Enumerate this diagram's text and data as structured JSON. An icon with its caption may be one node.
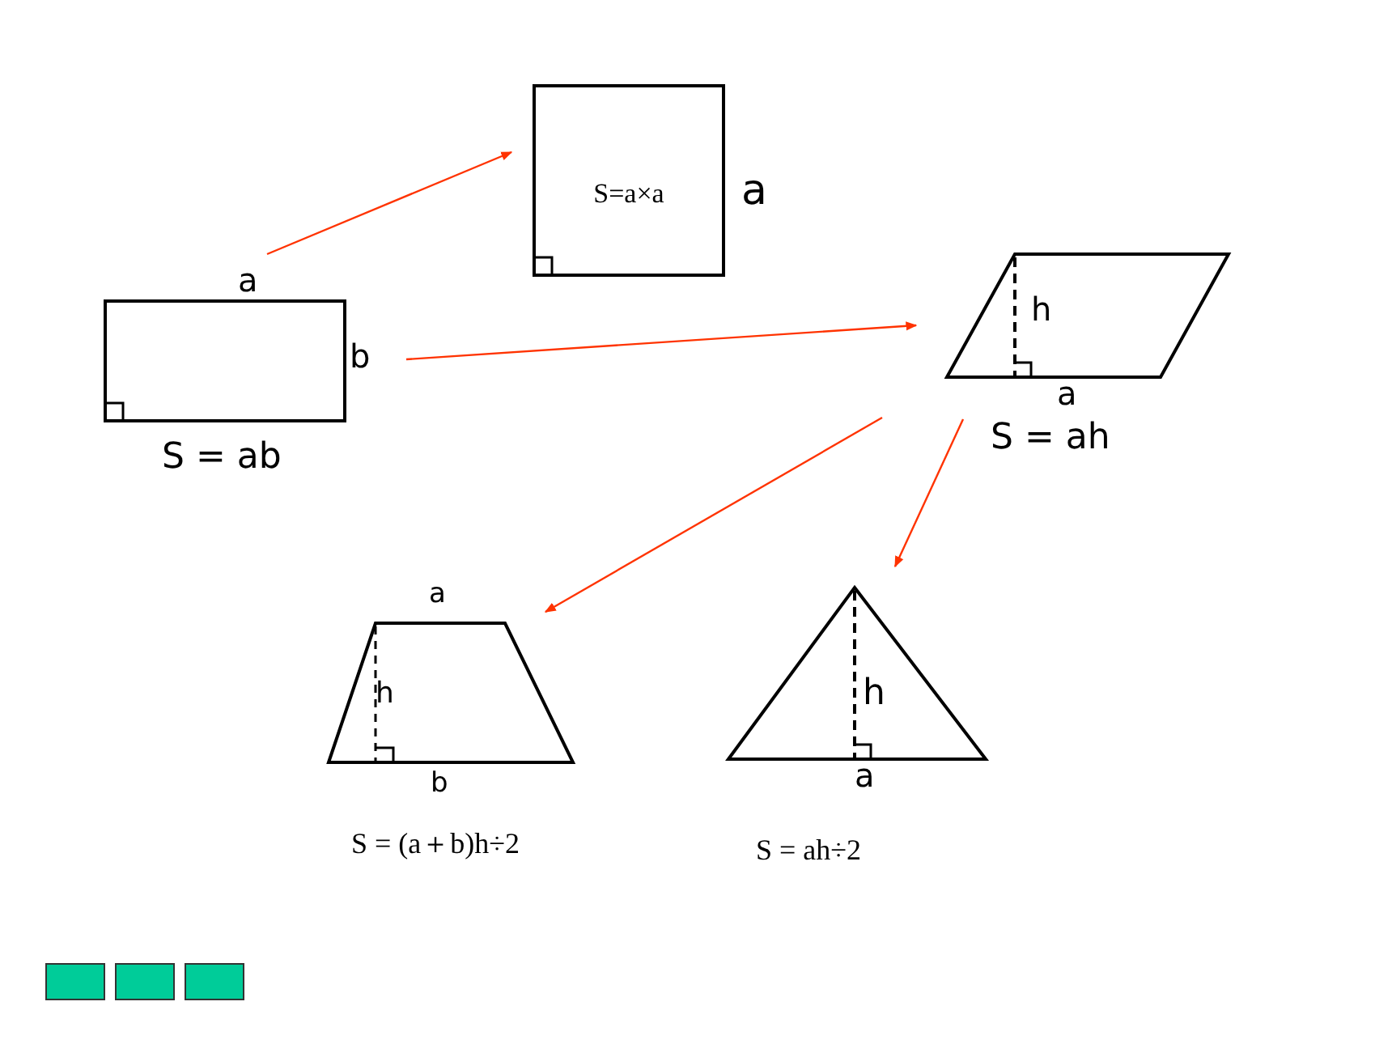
{
  "diagram": {
    "nodes": [
      {
        "text": [
          "S=a×a"
        ],
        "beside": [
          "a"
        ]
      },
      {
        "text": [],
        "shape": "box",
        "beside": [
          "a",
          "b",
          "S = ab"
        ]
      },
      {
        "text": [
          "h"
        ],
        "beside": [
          "a",
          "S = ah"
        ]
      },
      {
        "text": [
          "h"
        ],
        "beside": [
          "a",
          "b",
          "S = (a＋b)h÷2"
        ]
      },
      {
        "text": [
          "h"
        ],
        "beside": [
          "a",
          "S = ah÷2"
        ]
      }
    ],
    "edges": [
      {
        "from": 1,
        "to": 0,
        "arrow": "to"
      },
      {
        "from": 1,
        "to": 2,
        "arrow": "to"
      },
      {
        "from": 2,
        "to": 3,
        "arrow": "to"
      },
      {
        "from": 2,
        "to": 4,
        "arrow": "to"
      }
    ]
  }
}
